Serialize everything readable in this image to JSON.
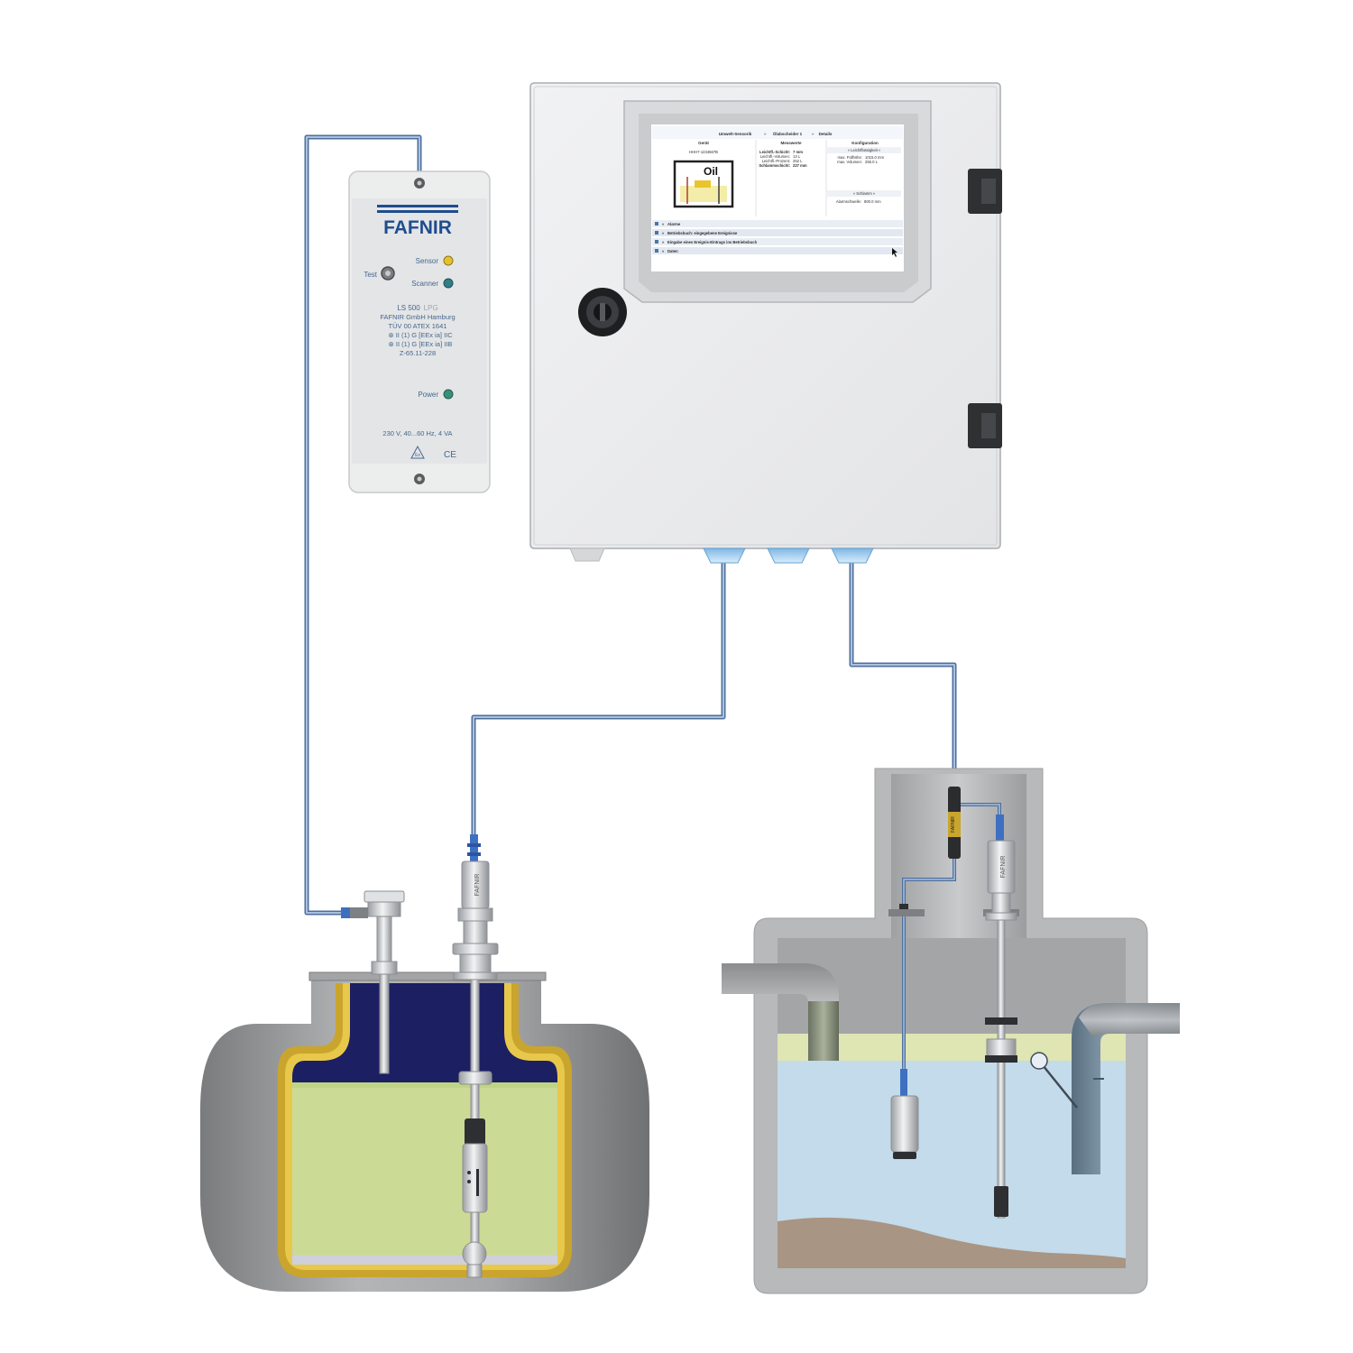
{
  "colors": {
    "cable": "#6e8fbe",
    "housing": "#e9eaeb",
    "housing_border": "#b9bcbf",
    "brand_blue": "#1f4d8f",
    "led_yellow": "#e6c22a",
    "led_teal": "#2f7f86",
    "tank_shell": "#9a9b9d",
    "tank_gold": "#c9a52e",
    "gas_navy": "#1d1f63",
    "liquid_green": "#cbdb96",
    "separator_concrete": "#b8b9ba",
    "water": "#c3dbea",
    "oil_layer": "#dfe5b3",
    "sludge": "#a99584"
  },
  "barrier_unit": {
    "logo": "FAFNIR",
    "test_label": "Test",
    "sensor_label": "Sensor",
    "scanner_label": "Scanner",
    "power_label": "Power",
    "model": "LS 500",
    "model_suffix": "LPG",
    "maker": "FAFNIR GmbH Hamburg",
    "cert1": "TÜV 00 ATEX 1641",
    "cert2": "II (1) G [EEx ia] IIC",
    "cert3": "II (1) G [EEx ia] IIB",
    "cert4": "Z-65.11-228",
    "supply": "230 V, 40...60 Hz, 4 VA",
    "ex_mark": "Ex",
    "ce_mark": "CE"
  },
  "controller_screen": {
    "nav": [
      "Umwelt-Sensorik",
      "Ölabscheider 1",
      "Details"
    ],
    "col_device": "Gerät",
    "col_values": "Messwerte",
    "col_config": "Konfiguration",
    "device_id": "HHH7-1234567B",
    "icon_text": "Oil",
    "values": [
      {
        "label": "Leichtfl.-Schicht:",
        "value": "7 mm"
      },
      {
        "label": "Leichtfl.-Volumen:",
        "value": "13 L"
      },
      {
        "label": "Leichtfl.-Prozent:",
        "value": "252 L"
      },
      {
        "label": "Schlammschicht:",
        "value": "227 mm"
      }
    ],
    "config_head": "« Leichtflüssigkeit »",
    "config_rows": [
      {
        "label": "max. Füllhöhe:",
        "value": "1015.0 mm"
      },
      {
        "label": "max. Volumen:",
        "value": "255.0 L"
      }
    ],
    "config_head2": "« Schlamm »",
    "config_row2": {
      "label": "Alarmschwelle:",
      "value": "800.0 mm"
    },
    "menu": [
      "Alarme",
      "Betriebsbuch: eingegebene Ereignisse",
      "Eingabe eines Ereignis-Eintrags ins Betriebsbuch",
      "Daten"
    ]
  },
  "probe_brand": "FAFNIR"
}
